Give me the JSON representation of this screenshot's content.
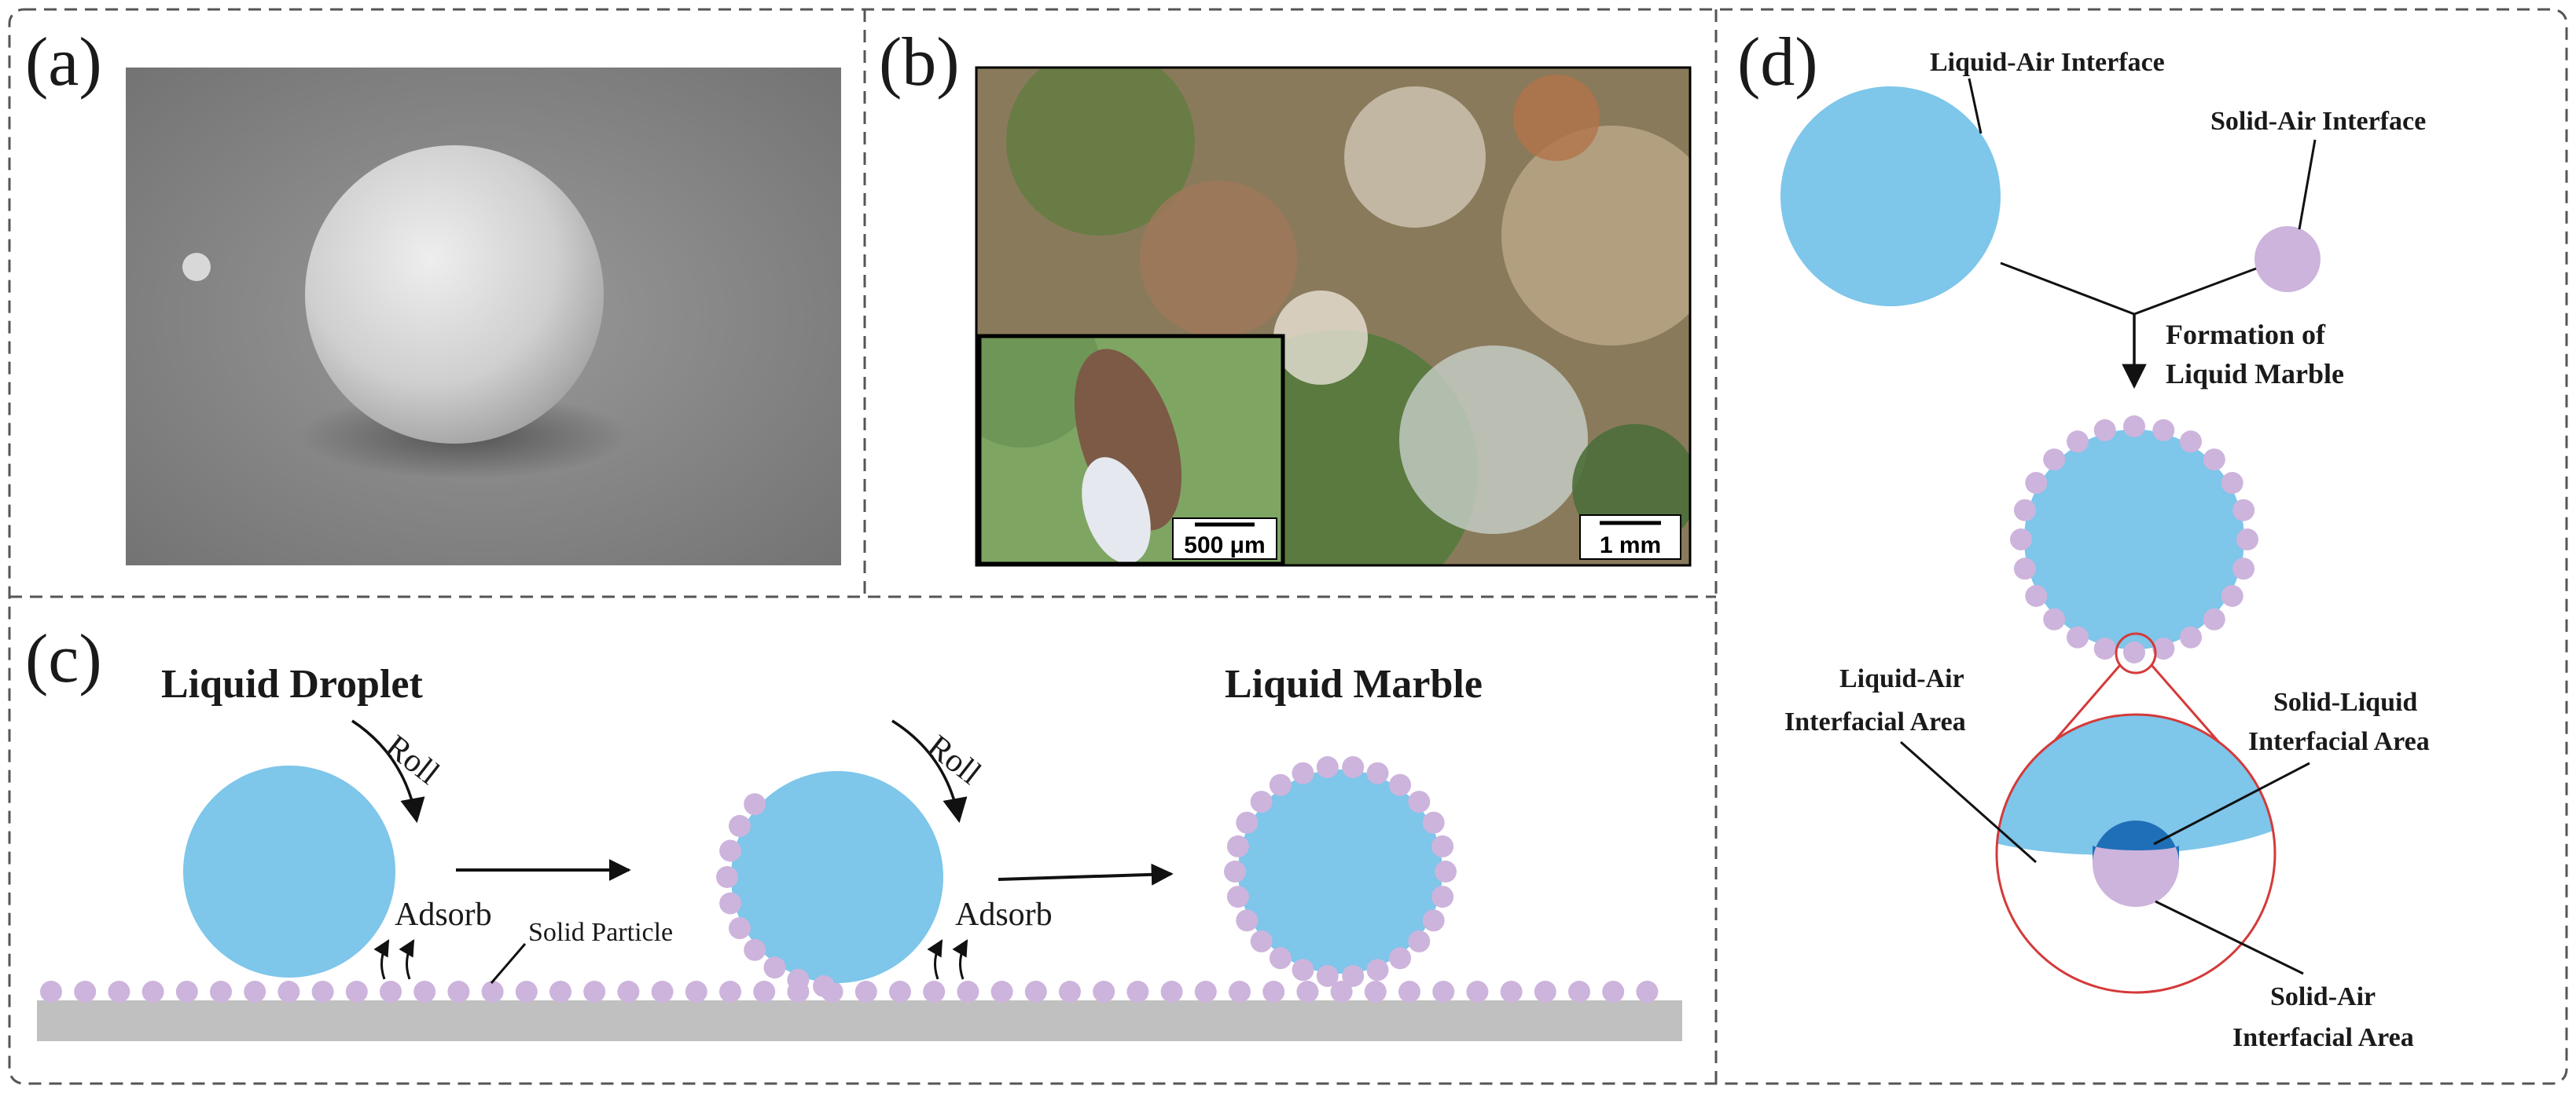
{
  "figure": {
    "panel_labels": {
      "a": "(a)",
      "b": "(b)",
      "c": "(c)",
      "d": "(d)"
    }
  },
  "panel_b": {
    "inset_scale_bar": "500 μm",
    "main_scale_bar": "1 mm"
  },
  "panel_c": {
    "liquid_droplet": "Liquid Droplet",
    "liquid_marble": "Liquid Marble",
    "roll_1": "Roll",
    "roll_2": "Roll",
    "adsorb_1": "Adsorb",
    "adsorb_2": "Adsorb",
    "solid_particle": "Solid Particle"
  },
  "panel_d": {
    "liquid_air_interface": "Liquid-Air Interface",
    "solid_air_interface": "Solid-Air Interface",
    "formation_line1": "Formation of",
    "formation_line2": "Liquid Marble",
    "la_area_line1": "Liquid-Air",
    "la_area_line2": "Interfacial Area",
    "sl_area_line1": "Solid-Liquid",
    "sl_area_line2": "Interfacial Area",
    "sa_area_line1": "Solid-Air",
    "sa_area_line2": "Interfacial Area"
  },
  "colors": {
    "liquid": "#7ec6ea",
    "particle": "#cdb4dc",
    "substrate": "#c0c0c0",
    "contact": "#1f6fb8",
    "zoom": "#d43a3a",
    "dash": "#555555"
  }
}
